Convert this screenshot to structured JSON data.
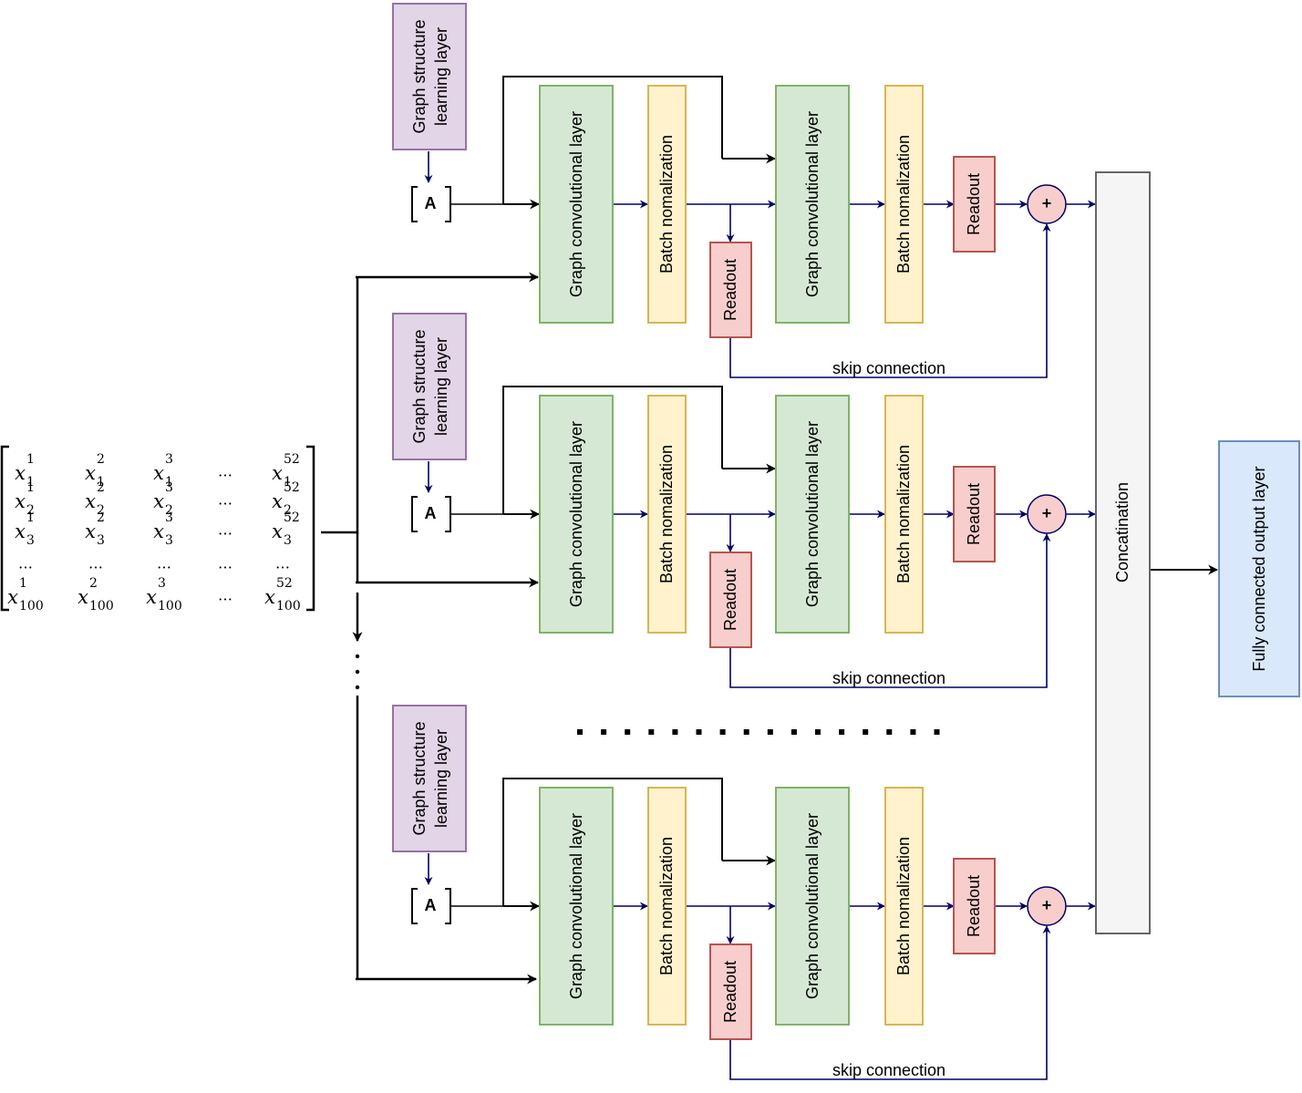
{
  "labels": {
    "gsl_line1": "Graph structure",
    "gsl_line2": "learning layer",
    "adj": "A",
    "gcn": "Graph convolutional layer",
    "bn": "Batch nomalization",
    "readout": "Readout",
    "plus": "+",
    "skip": "skip connection",
    "concat": "Concatination",
    "fc": "Fully connected output layer",
    "vdots": ":",
    "hdots": "."
  },
  "matrix": {
    "variable": "x",
    "column_superscripts": [
      "1",
      "2",
      "3",
      "…",
      "52"
    ],
    "row_subscripts": [
      "1",
      "2",
      "3",
      "…",
      "100"
    ],
    "ellipsis": "…"
  },
  "colors": {
    "gsl_fill": "#e1d5e7",
    "gsl_stroke": "#9673a6",
    "gcn_fill": "#d5e8d4",
    "gcn_stroke": "#82b366",
    "bn_fill": "#fff2cc",
    "bn_stroke": "#d6b656",
    "readout_fill": "#f8cecc",
    "readout_stroke": "#b85450",
    "concat_fill": "#f5f5f5",
    "concat_stroke": "#666666",
    "fc_fill": "#dae8fc",
    "fc_stroke": "#6c8ebf",
    "arrow_navy": "#000066",
    "arrow_black": "#000000"
  }
}
